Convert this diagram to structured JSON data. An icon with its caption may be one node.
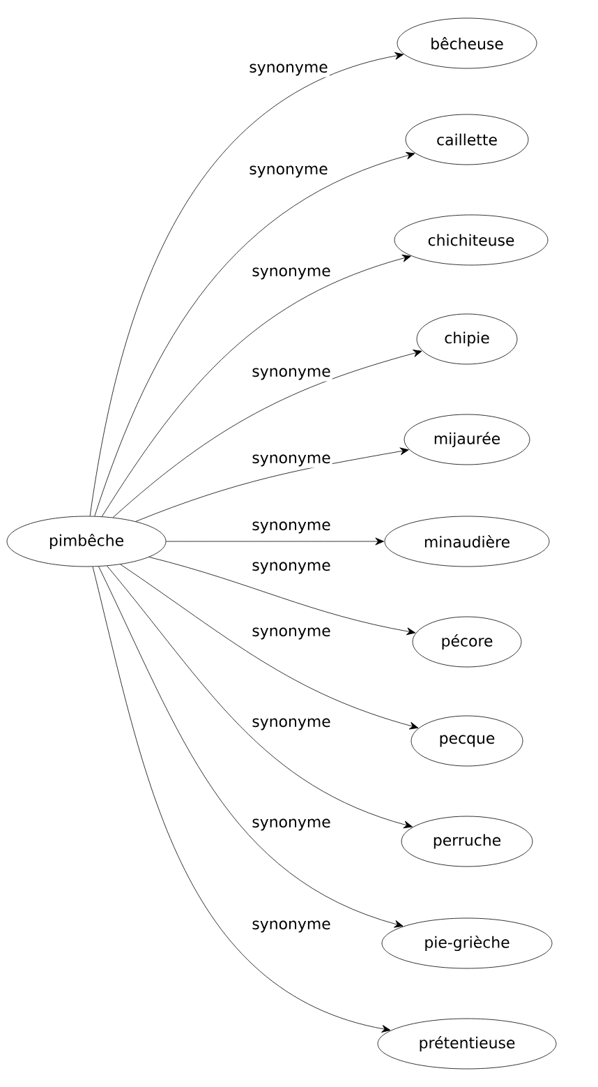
{
  "diagram": {
    "nodes": [
      {
        "text": [
          "pimbêche"
        ]
      },
      {
        "text": [
          "bêcheuse"
        ]
      },
      {
        "text": [
          "caillette"
        ]
      },
      {
        "text": [
          "chichiteuse"
        ]
      },
      {
        "text": [
          "chipie"
        ]
      },
      {
        "text": [
          "mijaurée"
        ]
      },
      {
        "text": [
          "minaudière"
        ]
      },
      {
        "text": [
          "pécore"
        ]
      },
      {
        "text": [
          "pecque"
        ]
      },
      {
        "text": [
          "perruche"
        ]
      },
      {
        "text": [
          "pie-grièche"
        ]
      },
      {
        "text": [
          "prétentieuse"
        ]
      }
    ],
    "edges": [
      {
        "from": 0,
        "to": 1,
        "arrow": "to",
        "label": "synonyme"
      },
      {
        "from": 0,
        "to": 2,
        "arrow": "to",
        "label": "synonyme"
      },
      {
        "from": 0,
        "to": 3,
        "arrow": "to",
        "label": "synonyme"
      },
      {
        "from": 0,
        "to": 4,
        "arrow": "to",
        "label": "synonyme"
      },
      {
        "from": 0,
        "to": 5,
        "arrow": "to",
        "label": "synonyme"
      },
      {
        "from": 0,
        "to": 6,
        "arrow": "to",
        "label": "synonyme"
      },
      {
        "from": 0,
        "to": 7,
        "arrow": "to",
        "label": "synonyme"
      },
      {
        "from": 0,
        "to": 8,
        "arrow": "to",
        "label": "synonyme"
      },
      {
        "from": 0,
        "to": 9,
        "arrow": "to",
        "label": "synonyme"
      },
      {
        "from": 0,
        "to": 10,
        "arrow": "to",
        "label": "synonyme"
      },
      {
        "from": 0,
        "to": 11,
        "arrow": "to",
        "label": "synonyme"
      }
    ]
  }
}
